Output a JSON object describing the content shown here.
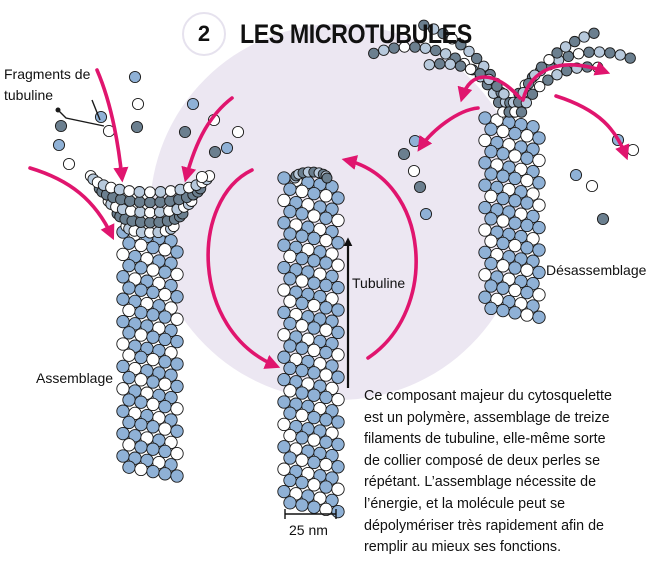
{
  "header": {
    "number": "2",
    "title": "LES MICROTUBULES"
  },
  "labels": {
    "fragments": "Fragments de tubuline",
    "assemblage": "Assemblage",
    "desassemblage": "Désassemblage",
    "tubuline": "Tubuline",
    "scale": "25 nm"
  },
  "description": "Ce composant majeur du cytosquelette\nest un polymère, assemblage de treize\nfilaments de tubuline, elle-même sorte\nde collier composé de deux perles se\nrépétant. L’assemblage nécessite de\nl’énergie, et la molécule peut se\ndépolymériser très rapidement afin de\nremplir au mieux ses fonctions.",
  "colors": {
    "background_disc": "#ece7f2",
    "alpha_tubulin": "#ffffff",
    "beta_tubulin": "#8fb1d6",
    "gdp_tubulin": "#6b7f8f",
    "arrow": "#e0156e",
    "outline": "#1a1a1a"
  }
}
